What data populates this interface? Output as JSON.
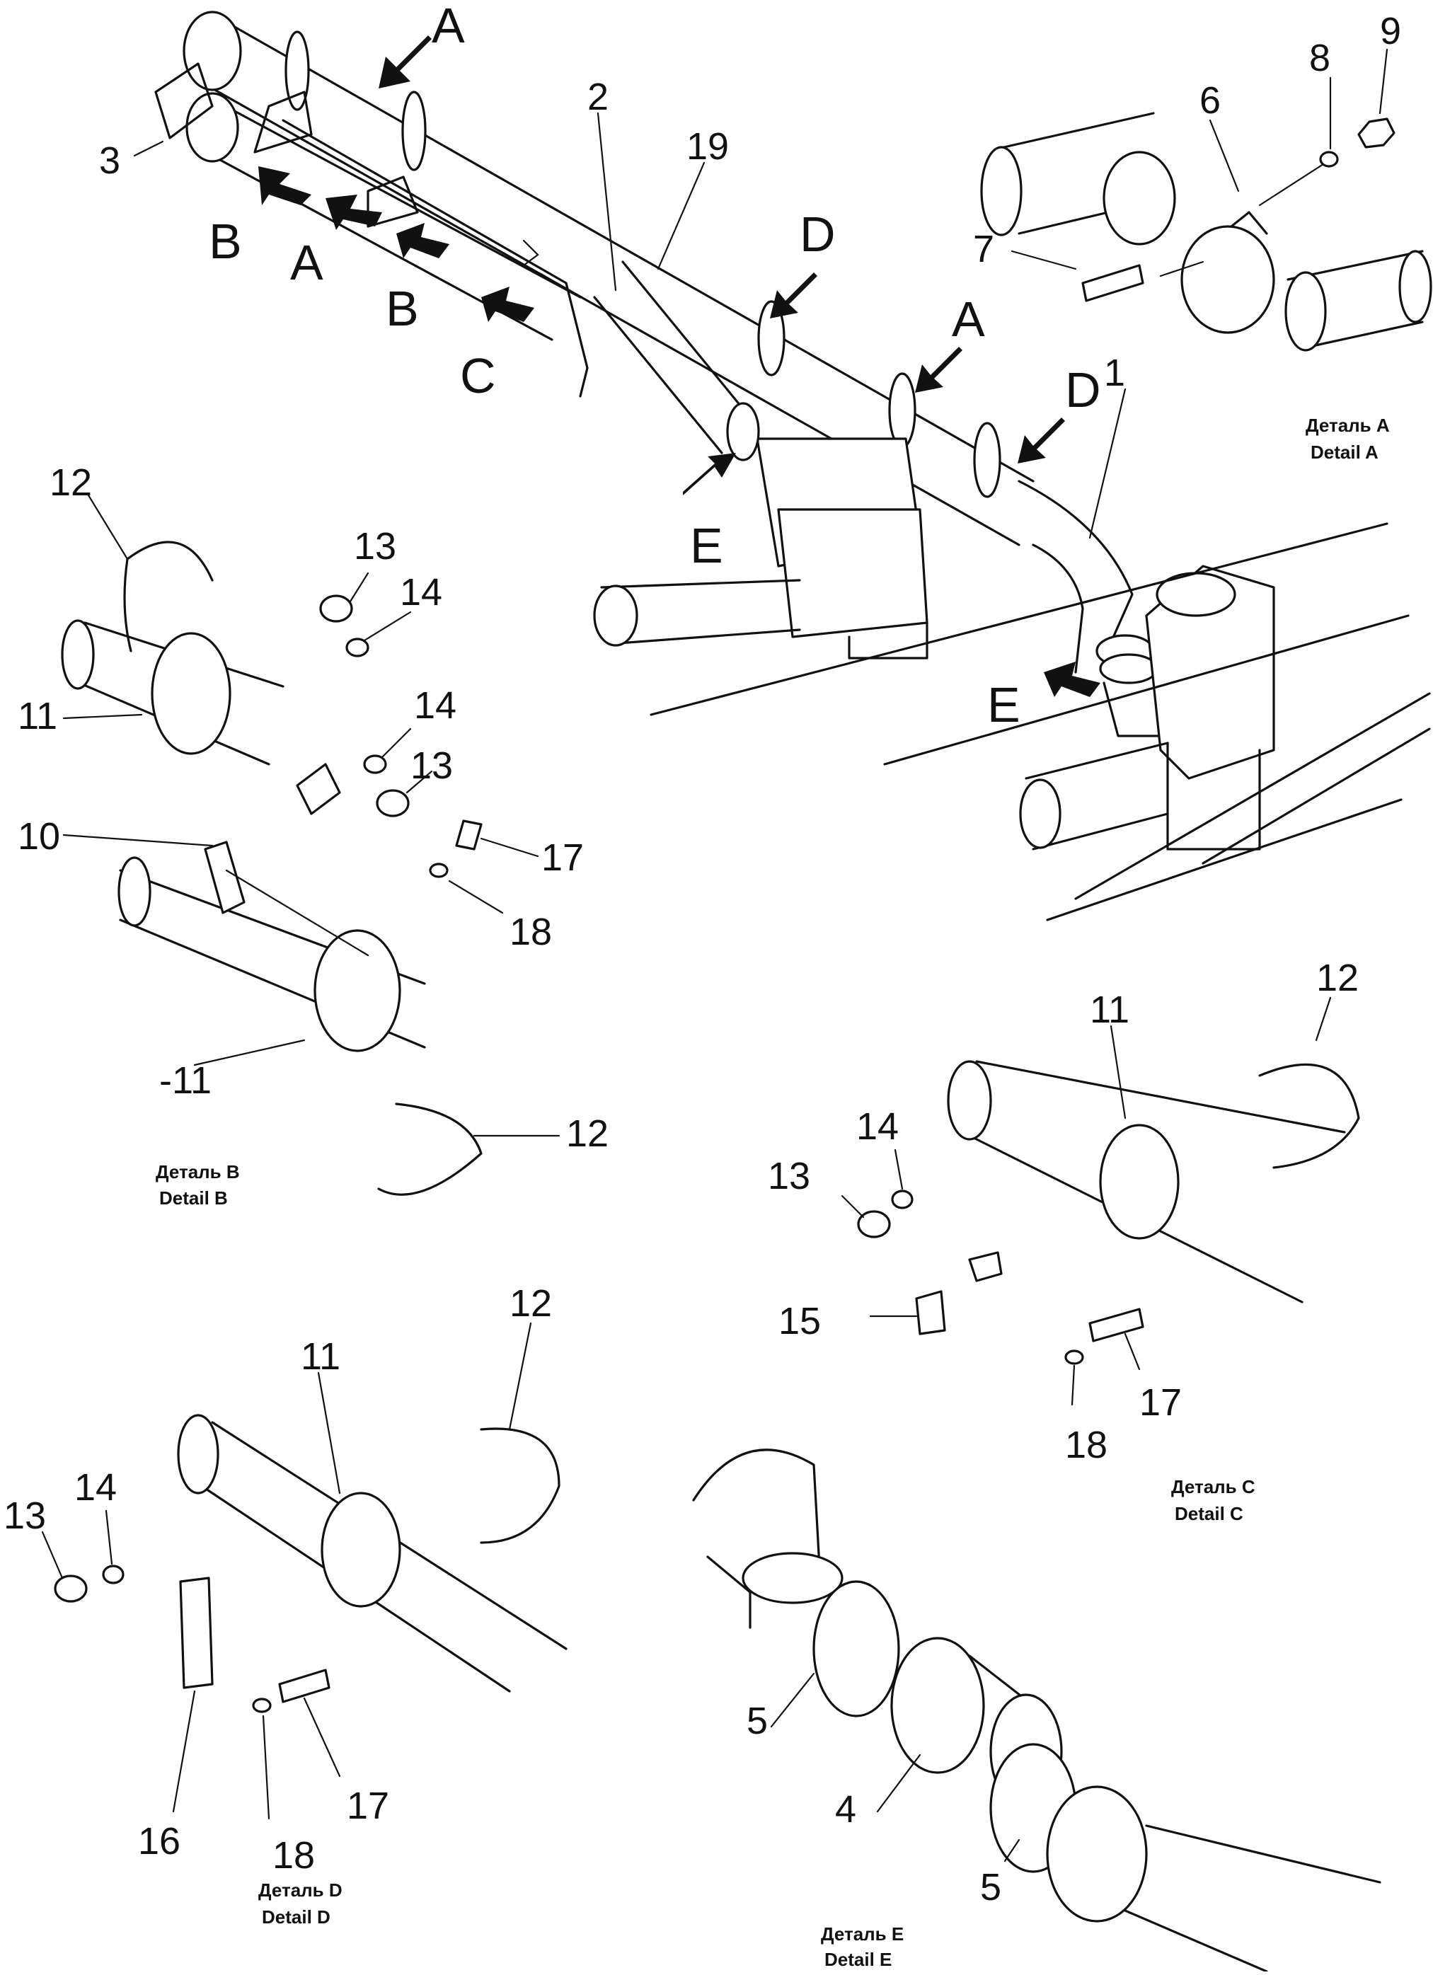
{
  "callouts": {
    "n1": "1",
    "n2": "2",
    "n3": "3",
    "n4": "4",
    "n5": "5",
    "n6": "6",
    "n7": "7",
    "n8": "8",
    "n9": "9",
    "n10": "10",
    "n11": "11",
    "n12": "12",
    "n13": "13",
    "n14": "14",
    "n15": "15",
    "n16": "16",
    "n17": "17",
    "n18": "18",
    "n19": "19",
    "n11b": "-11"
  },
  "view_letters": {
    "A": "A",
    "B": "B",
    "C": "C",
    "D": "D",
    "E": "E"
  },
  "captions": {
    "detail_a_ru": "Деталь A",
    "detail_a_en": "Detail A",
    "detail_b_ru": "Деталь B",
    "detail_b_en": "Detail B",
    "detail_c_ru": "Деталь C",
    "detail_c_en": "Detail C",
    "detail_d_ru": "Деталь D",
    "detail_d_en": "Detail D",
    "detail_e_ru": "Деталь E",
    "detail_e_en": "Detail E"
  },
  "colors": {
    "ink": "#111111",
    "paper": "#ffffff"
  },
  "icons": {
    "view_arrow": "arrow-icon"
  }
}
